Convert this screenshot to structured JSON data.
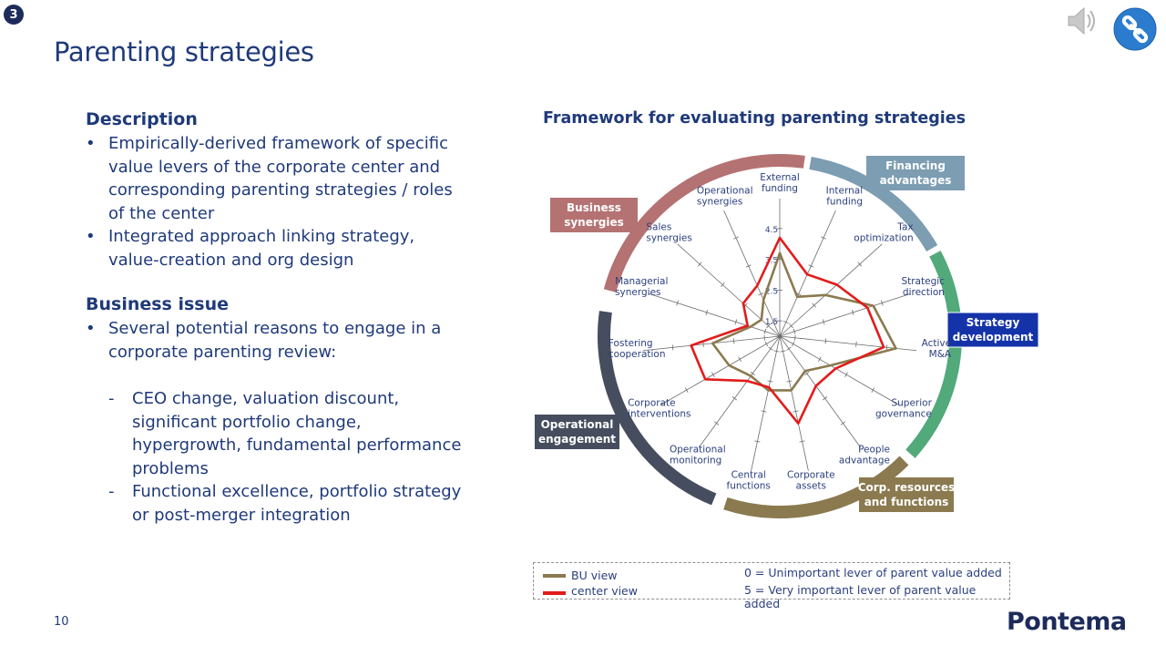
{
  "slide": {
    "number_badge": "3",
    "title": "Parenting strategies",
    "page_number": "10",
    "logo": "Pontema",
    "icons": [
      "speaker-icon",
      "link-icon"
    ]
  },
  "description": {
    "heading": "Description",
    "bullets": [
      "Empirically-derived framework of specific value levers of the corporate center and corresponding parenting strategies / roles of the center",
      "Integrated approach linking strategy, value-creation and org design"
    ]
  },
  "business_issue": {
    "heading": "Business issue",
    "bullets": [
      "Several potential reasons to engage in a corporate parenting review:"
    ],
    "subitems": [
      "CEO change, valuation discount, significant portfolio change, hypergrowth, fundamental performance problems",
      "Functional excellence, portfolio strategy or post-merger integration"
    ]
  },
  "chart_data": {
    "type": "radar",
    "title": "Framework for evaluating parenting strategies",
    "axes": [
      "External funding",
      "Internal funding",
      "Tax optimization",
      "Strategic direction",
      "Active M&A",
      "Superior governance",
      "People advantage",
      "Corporate assets",
      "Central functions",
      "Operational monitoring",
      "Corporate interventions",
      "Fostering cooperation",
      "Managerial synergies",
      "Sales synergies",
      "Operational synergies"
    ],
    "ticks": [
      "1.5",
      "2.5",
      "3.5",
      "4.5"
    ],
    "range": [
      1,
      5
    ],
    "series": [
      {
        "name": "BU view",
        "color": "#8b7a4f",
        "values": [
          3.7,
          2.4,
          3.0,
          4.2,
          4.8,
          2.9,
          2.4,
          2.8,
          2.8,
          2.6,
          2.9,
          3.2,
          2.0,
          1.8,
          2.3
        ]
      },
      {
        "name": "center view",
        "color": "#e31b1b",
        "values": [
          4.2,
          3.2,
          3.5,
          4.0,
          4.4,
          3.1,
          3.0,
          3.9,
          2.7,
          2.8,
          3.8,
          3.9,
          2.1,
          2.6,
          2.8
        ]
      }
    ],
    "segments": [
      {
        "label": "Financing advantages",
        "color": "#7c9db2"
      },
      {
        "label": "Strategy development",
        "color": "#52a97a"
      },
      {
        "label": "Corp. resources and functions",
        "color": "#8b7a4f"
      },
      {
        "label": "Operational engagement",
        "color": "#454d5e"
      },
      {
        "label": "Business synergies",
        "color": "#b57272"
      }
    ],
    "legend_note_0": "0 = Unimportant lever of parent value added",
    "legend_note_5": "5 = Very important lever of parent value added"
  },
  "colors": {
    "title": "#1f3a7a",
    "strategy_box": "#1533a8",
    "link_button": "#2b7ccf"
  }
}
